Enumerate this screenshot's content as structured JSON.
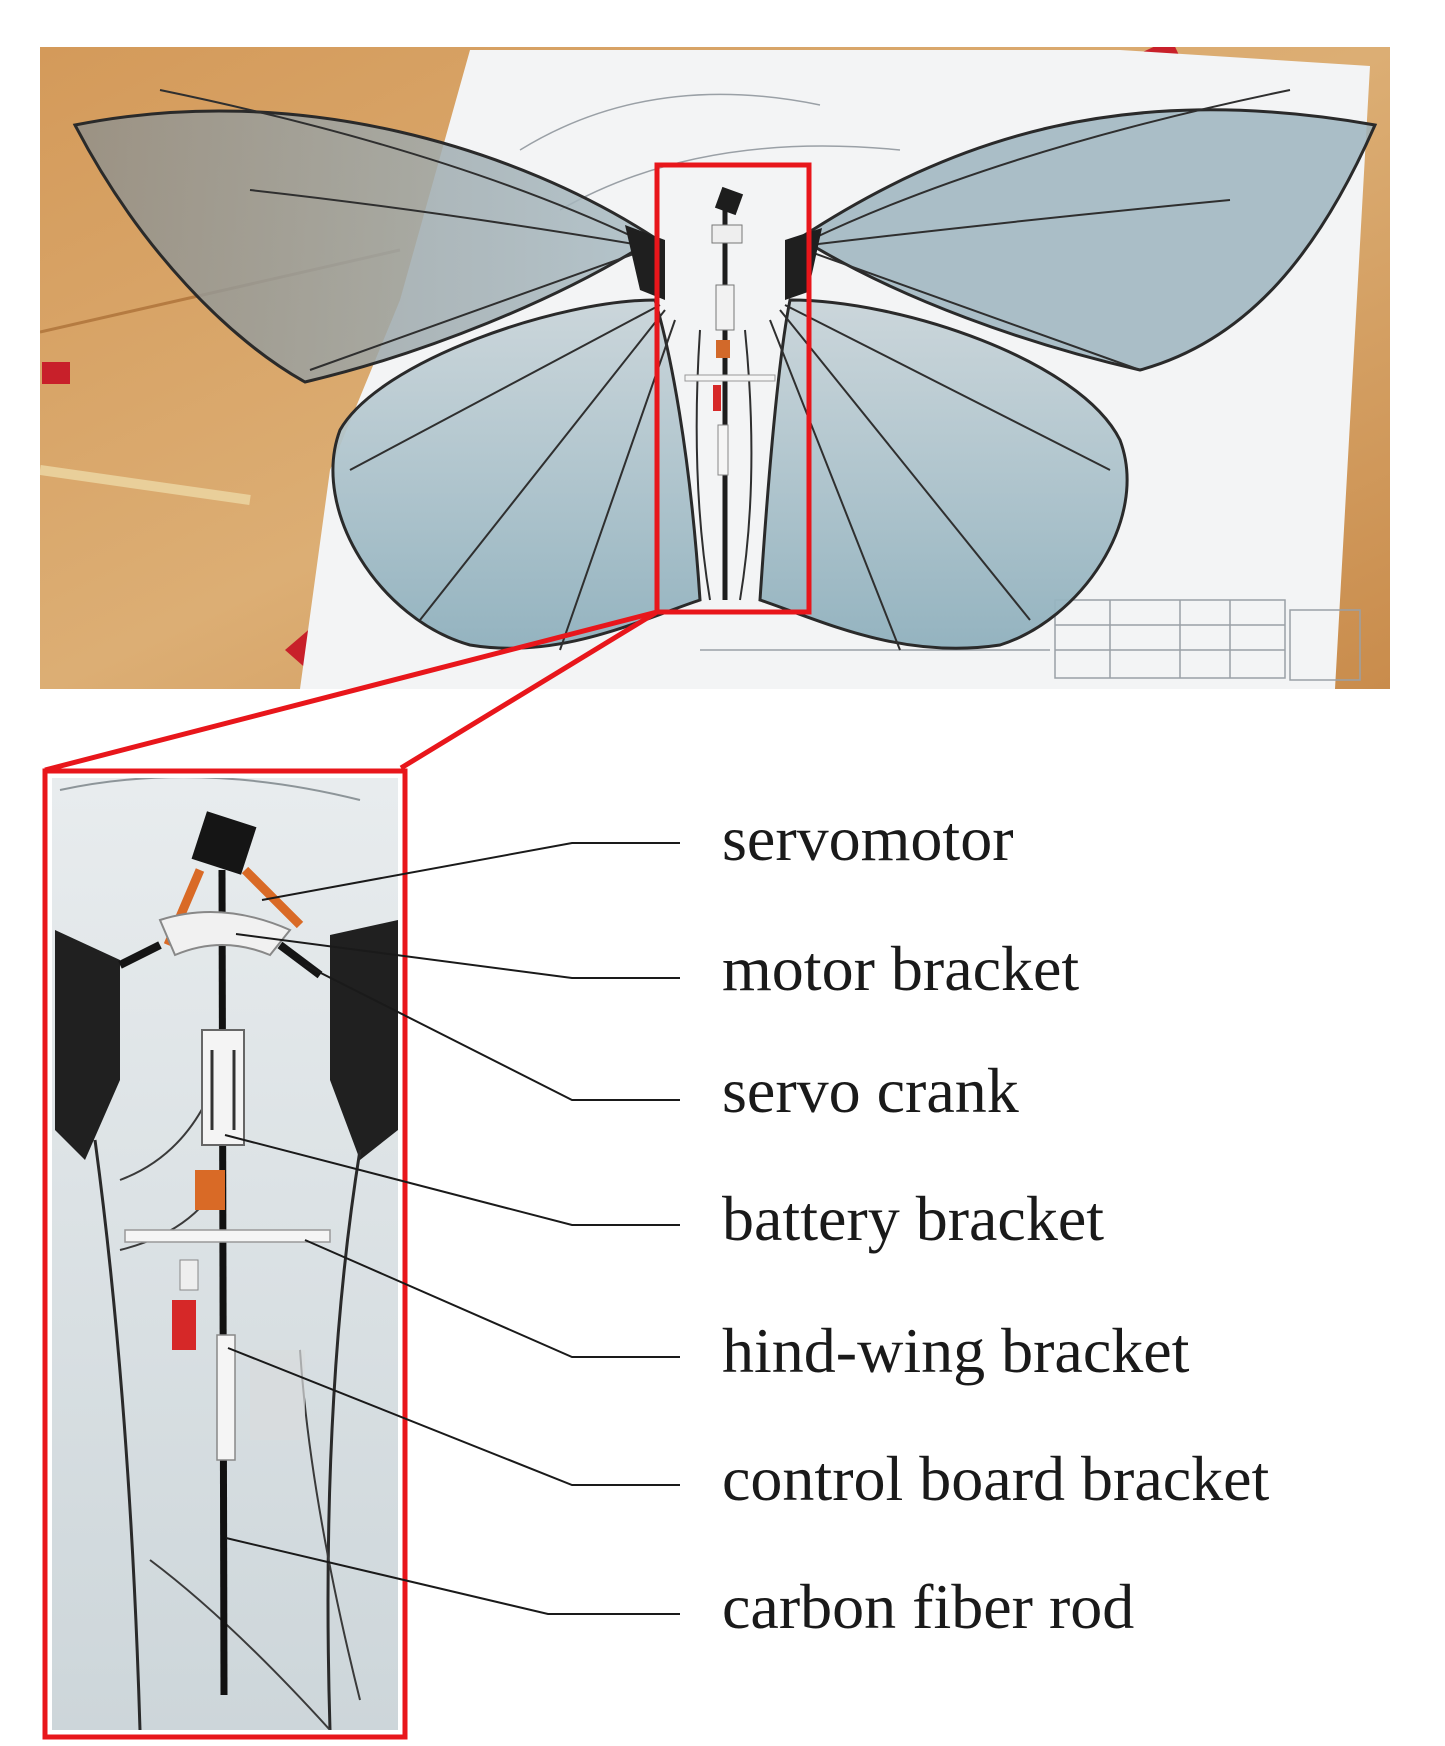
{
  "colors": {
    "highlight": "#e8161b",
    "leader": "#1a1a1a",
    "table": "#d9a86a",
    "wing": "#9fb6c0",
    "paper": "#f1f3f4"
  },
  "labels": [
    {
      "id": "servomotor",
      "text": "servomotor"
    },
    {
      "id": "motor-bracket",
      "text": "motor bracket"
    },
    {
      "id": "servo-crank",
      "text": "servo crank"
    },
    {
      "id": "battery-bracket",
      "text": "battery bracket"
    },
    {
      "id": "hind-wing-bracket",
      "text": "hind-wing bracket"
    },
    {
      "id": "control-board-bracket",
      "text": "control board bracket"
    },
    {
      "id": "carbon-fiber-rod",
      "text": "carbon fiber rod"
    }
  ]
}
